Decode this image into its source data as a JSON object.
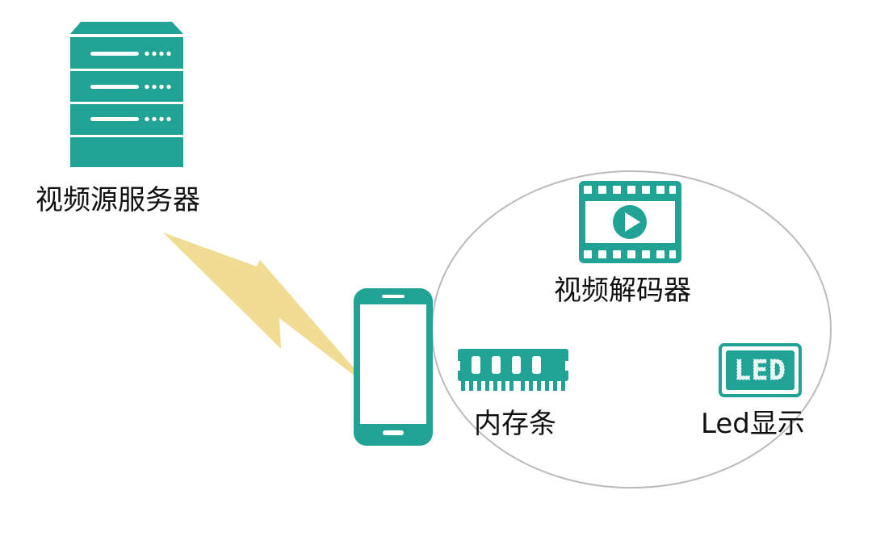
{
  "colors": {
    "primary": "#20a394",
    "signal": "#f0dc92",
    "outline": "#bbbbbb",
    "text": "#111111",
    "background": "#ffffff"
  },
  "server": {
    "icon": "server-rack-icon",
    "label": "视频源服务器"
  },
  "signal": {
    "icon": "lightning-bolt-icon"
  },
  "phone": {
    "icon": "smartphone-icon"
  },
  "device_group": {
    "decoder": {
      "icon": "film-play-icon",
      "label": "视频解码器"
    },
    "memory": {
      "icon": "ram-stick-icon",
      "label": "内存条"
    },
    "led": {
      "icon": "led-display-icon",
      "label": "Led显示",
      "screen_text": "LED"
    }
  }
}
